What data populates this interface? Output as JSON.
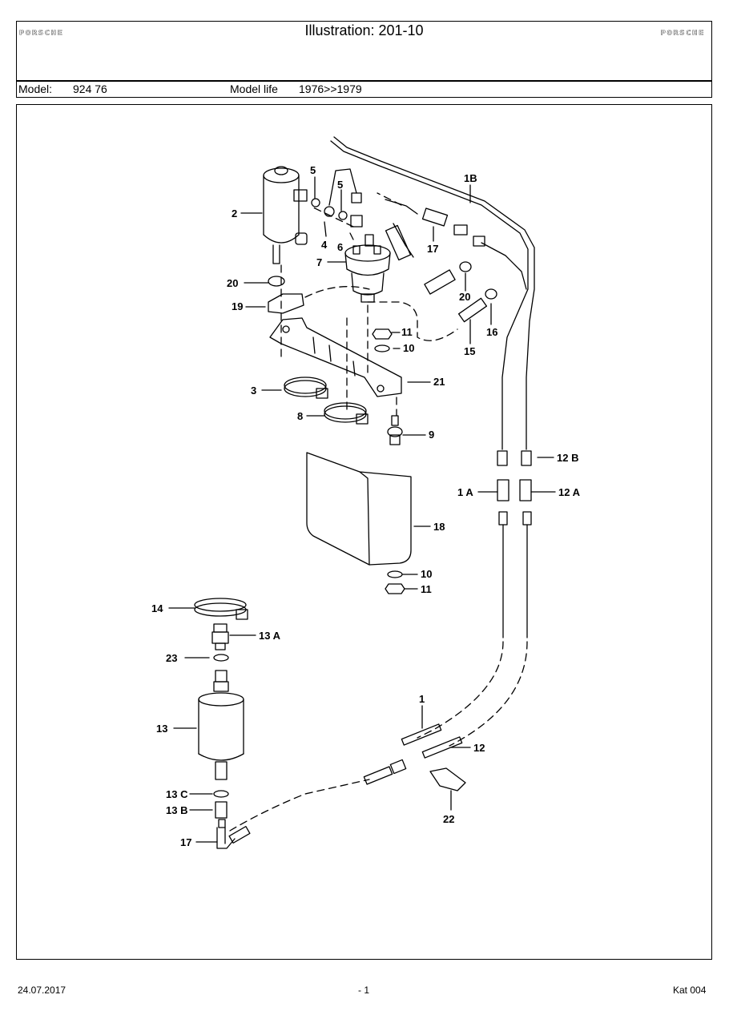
{
  "header": {
    "brand_left": "PORSCHE",
    "title": "Illustration: 201-10",
    "brand_right": "PORSCHE",
    "model_label": "Model:",
    "model_value": "924 76",
    "model_life_label": "Model life",
    "model_life_value": "1976>>1979"
  },
  "callouts": {
    "c1": "1",
    "c1A": "1 A",
    "c1B": "1B",
    "c2": "2",
    "c3": "3",
    "c4": "4",
    "c5a": "5",
    "c5b": "5",
    "c6": "6",
    "c7": "7",
    "c8": "8",
    "c9": "9",
    "c10a": "10",
    "c10b": "10",
    "c11a": "11",
    "c11b": "11",
    "c12": "12",
    "c12A": "12 A",
    "c12B": "12 B",
    "c13": "13",
    "c13A": "13 A",
    "c13B": "13 B",
    "c13C": "13 C",
    "c14": "14",
    "c15": "15",
    "c16": "16",
    "c17a": "17",
    "c17b": "17",
    "c18": "18",
    "c19": "19",
    "c20a": "20",
    "c20b": "20",
    "c21": "21",
    "c22": "22",
    "c23": "23"
  },
  "footer": {
    "date": "24.07.2017",
    "page": "- 1",
    "catalog": "Kat 004"
  }
}
